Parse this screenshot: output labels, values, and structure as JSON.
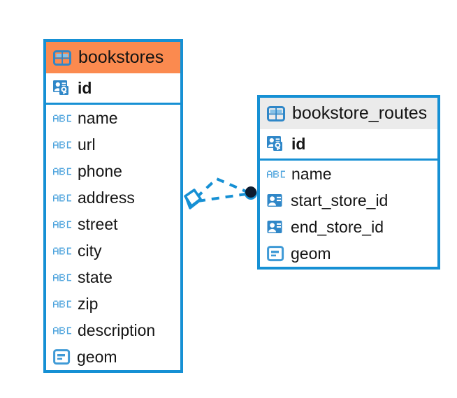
{
  "diagram": {
    "type": "entity-relationship-diagram",
    "background_color": "#ffffff",
    "accent_color": "#1690d4",
    "highlight_color": "#fb8a4f",
    "neutral_header_color": "#ebebeb"
  },
  "tables": [
    {
      "name": "bookstores",
      "header_style": "accent",
      "table_icon": "table-icon",
      "fields": [
        {
          "name": "id",
          "type_icon": "primary-key-icon",
          "key": "primary"
        },
        {
          "name": "name",
          "type_icon": "text-abc-icon",
          "key": "none"
        },
        {
          "name": "url",
          "type_icon": "text-abc-icon",
          "key": "none"
        },
        {
          "name": "phone",
          "type_icon": "text-abc-icon",
          "key": "none"
        },
        {
          "name": "address",
          "type_icon": "text-abc-icon",
          "key": "none"
        },
        {
          "name": "street",
          "type_icon": "text-abc-icon",
          "key": "none"
        },
        {
          "name": "city",
          "type_icon": "text-abc-icon",
          "key": "none"
        },
        {
          "name": "state",
          "type_icon": "text-abc-icon",
          "key": "none"
        },
        {
          "name": "zip",
          "type_icon": "text-abc-icon",
          "key": "none"
        },
        {
          "name": "description",
          "type_icon": "text-abc-icon",
          "key": "none"
        },
        {
          "name": "geom",
          "type_icon": "geometry-icon",
          "key": "none"
        }
      ]
    },
    {
      "name": "bookstore_routes",
      "header_style": "neutral",
      "table_icon": "table-icon",
      "fields": [
        {
          "name": "id",
          "type_icon": "primary-key-icon",
          "key": "primary"
        },
        {
          "name": "name",
          "type_icon": "text-abc-icon",
          "key": "none"
        },
        {
          "name": "start_store_id",
          "type_icon": "foreign-key-icon",
          "key": "foreign"
        },
        {
          "name": "end_store_id",
          "type_icon": "foreign-key-icon",
          "key": "foreign"
        },
        {
          "name": "geom",
          "type_icon": "geometry-icon",
          "key": "none"
        }
      ]
    }
  ],
  "relationship": {
    "from_table": "bookstores",
    "to_table": "bookstore_routes",
    "source_marker": "diamond-marker",
    "target_marker": "filled-circle-marker",
    "line_style": "dashed",
    "line_color": "#1690d4",
    "target_marker_color": "#0d1b2e",
    "edge_count": 2
  }
}
